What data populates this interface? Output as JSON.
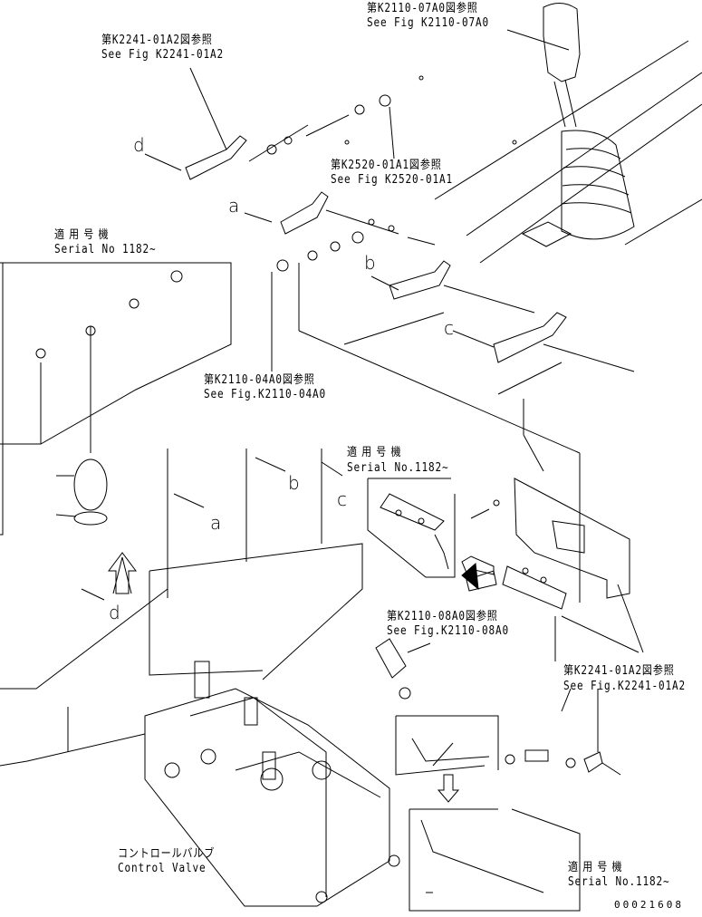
{
  "callouts": {
    "lever_ref": {
      "jp": "第K2110-07A0図参照",
      "en": "See Fig K2110-07A0"
    },
    "top_bracket_ref": {
      "jp": "第K2241-01A2図参照",
      "en": "See Fig K2241-01A2"
    },
    "rod_end_ref": {
      "jp": "第K2520-01A1図参照",
      "en": "See Fig K2520-01A1"
    },
    "serial_left": {
      "jp": "適用号機",
      "en": "Serial No 1182~"
    },
    "link_ref": {
      "jp": "第K2110-04A0図参照",
      "en": "See Fig.K2110-04A0"
    },
    "serial_mid": {
      "jp": "適用号機",
      "en": "Serial No.1182~"
    },
    "block_ref": {
      "jp": "第K2110-08A0図参照",
      "en": "See Fig.K2110-08A0"
    },
    "plate_ref": {
      "jp": "第K2241-01A2図参照",
      "en": "See Fig.K2241-01A2"
    },
    "control_valve": {
      "jp": "コントロールバルブ",
      "en": "Control Valve"
    },
    "serial_bottom": {
      "jp": "適用号機",
      "en": "Serial No.1182~"
    }
  },
  "view_letters": {
    "d_top": "d",
    "a_top": "a",
    "b_top": "b",
    "c_top": "c",
    "b_low": "b",
    "c_low": "c",
    "a_low": "a",
    "d_low": "d"
  },
  "drawing_number": "00021608"
}
